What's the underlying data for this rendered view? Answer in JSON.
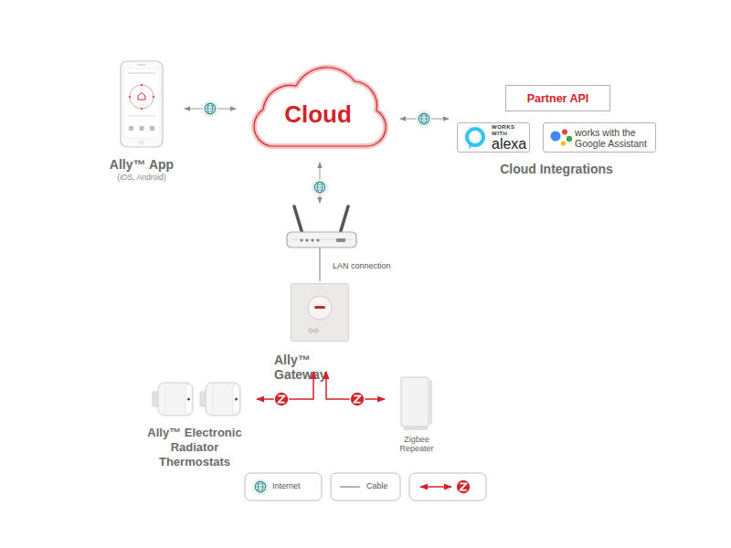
{
  "diagram": {
    "nodes": [
      {
        "text": [
          "Ally™ App",
          "(iOS, Android)"
        ]
      },
      {
        "text": [
          "Cloud"
        ]
      },
      {
        "text": [
          "Cloud Integrations"
        ]
      },
      {
        "text": [
          "Partner API"
        ],
        "in": 2
      },
      {
        "text": [
          "WORKS WITH",
          "alexa"
        ],
        "in": 2
      },
      {
        "text": [
          "works with the Google Assistant"
        ],
        "in": 2
      },
      {
        "text": [
          "Ally™ Gateway"
        ]
      },
      {
        "text": [
          "Ally™ Electronic Radiator Thermostats"
        ]
      },
      {
        "text": [
          "Zigbee Repeater"
        ]
      }
    ],
    "edges": [
      {
        "from": 0,
        "to": 1,
        "arrow": "both"
      },
      {
        "from": 1,
        "to": 2,
        "arrow": "both"
      },
      {
        "from": 6,
        "to": 7,
        "arrow": "both"
      },
      {
        "from": 6,
        "to": 8,
        "arrow": "both"
      }
    ],
    "labels": [
      "LAN connection"
    ],
    "legend": [
      {
        "text": "Internet"
      },
      {
        "text": "Cable"
      }
    ]
  }
}
